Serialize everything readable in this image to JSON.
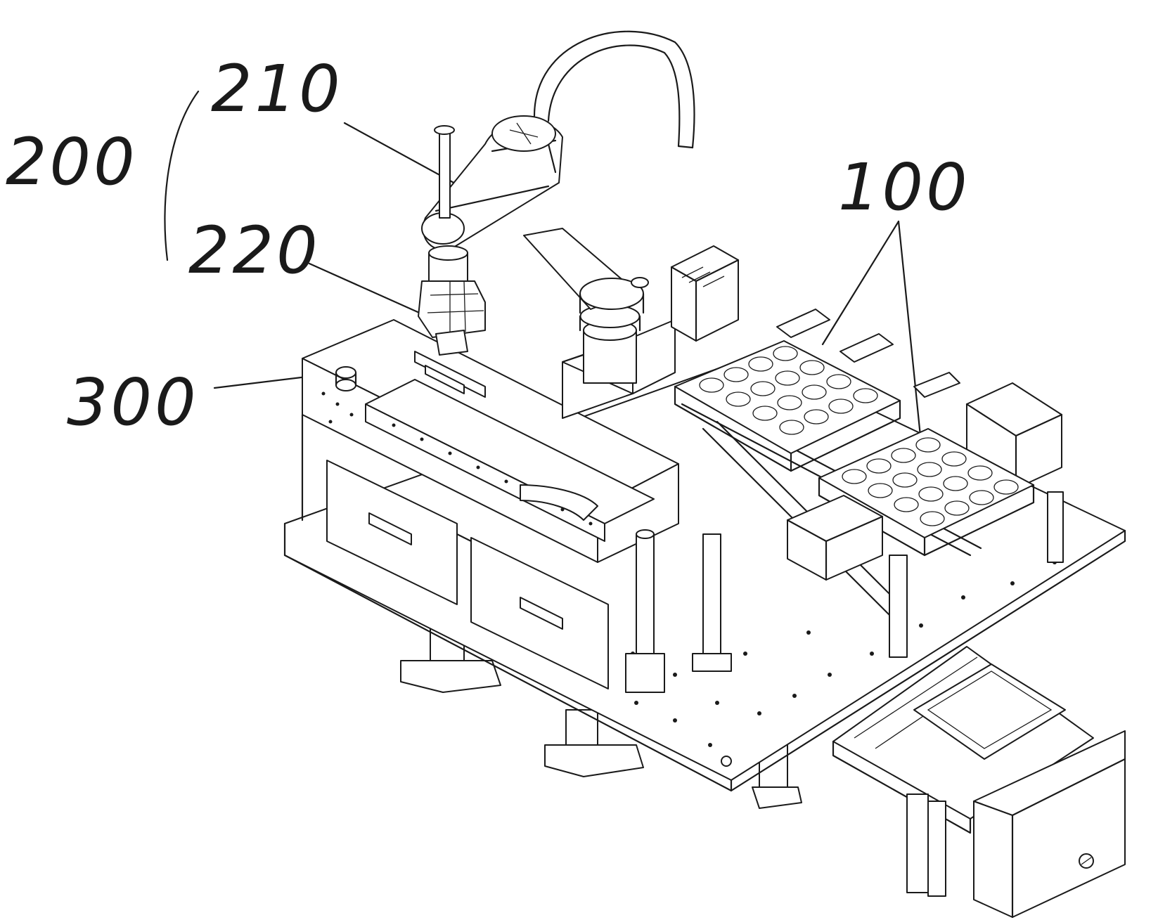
{
  "labels": {
    "ref_100": "100",
    "ref_200": "200",
    "ref_210": "210",
    "ref_220": "220",
    "ref_300": "300"
  }
}
